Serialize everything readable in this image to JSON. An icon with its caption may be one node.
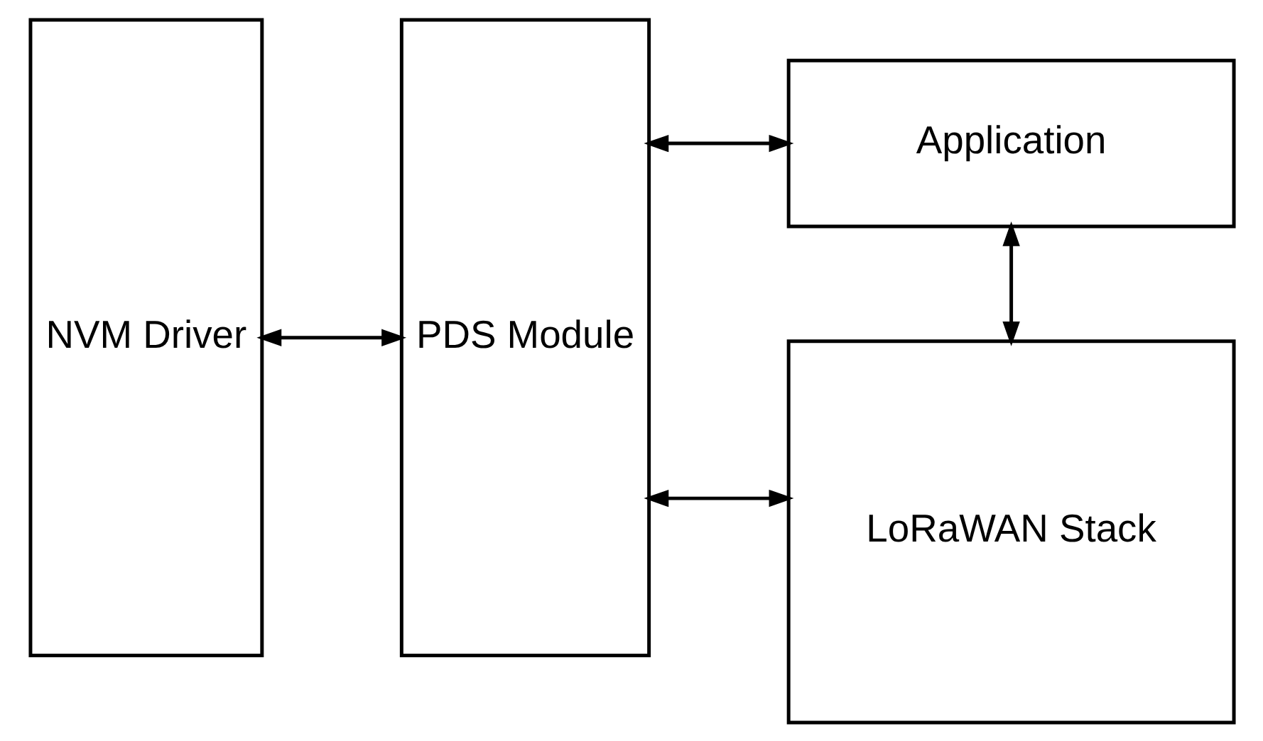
{
  "diagram": {
    "nodes": [
      {
        "text": [
          "NVM Driver"
        ]
      },
      {
        "text": [
          "PDS Module"
        ]
      },
      {
        "text": [
          "Application"
        ]
      },
      {
        "text": [
          "LoRaWAN Stack"
        ]
      }
    ],
    "edges": [
      {
        "from": 0,
        "to": 1,
        "arrow": "both"
      },
      {
        "from": 1,
        "to": 2,
        "arrow": "both"
      },
      {
        "from": 2,
        "to": 3,
        "arrow": "both"
      },
      {
        "from": 1,
        "to": 3,
        "arrow": "both"
      }
    ]
  }
}
